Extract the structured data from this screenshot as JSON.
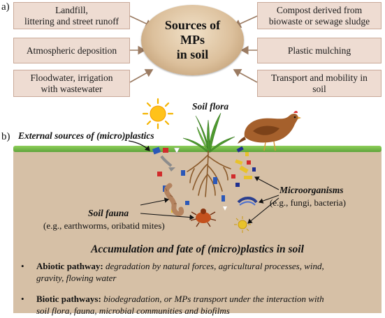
{
  "panel_a": {
    "label": "a)",
    "center": [
      "Sources of",
      "MPs",
      "in soil"
    ],
    "left_boxes": [
      [
        "Landfill,",
        "littering and street runoff"
      ],
      [
        "Atmospheric deposition"
      ],
      [
        "Floodwater, irrigation",
        "with wastewater"
      ]
    ],
    "right_boxes": [
      [
        "Compost derived from",
        "biowaste or sewage sludge"
      ],
      [
        "Plastic mulching"
      ],
      [
        "Transport and mobility in",
        "soil"
      ]
    ]
  },
  "panel_b": {
    "label": "b)",
    "soil_flora": "Soil flora",
    "external_sources": "External sources of (micro)plastics",
    "microorganisms_title": "Microorganisms",
    "microorganisms_examples": "(e.g., fungi, bacteria)",
    "soil_fauna_title": "Soil fauna",
    "soil_fauna_examples": "(e.g., earthworms, oribatid mites)",
    "accumulation_title": "Accumulation and fate of (micro)plastics in soil",
    "bullets": [
      {
        "marker": "•",
        "title": "Abiotic pathway:",
        "lines": [
          "degradation by natural forces, agricultural processes, wind,",
          "gravity, flowing water"
        ]
      },
      {
        "marker": "•",
        "title": "Biotic pathways:",
        "lines": [
          "biodegradation, or MPs transport under the interaction with",
          "soil flora, fauna, microbial communities and biofilms"
        ]
      }
    ]
  },
  "colors": {
    "box_fill": "#eedcd2",
    "box_border": "#c9a999",
    "soil": "#d6c0a6",
    "grass": "#6fb544",
    "arrow": "#9b7b62"
  }
}
